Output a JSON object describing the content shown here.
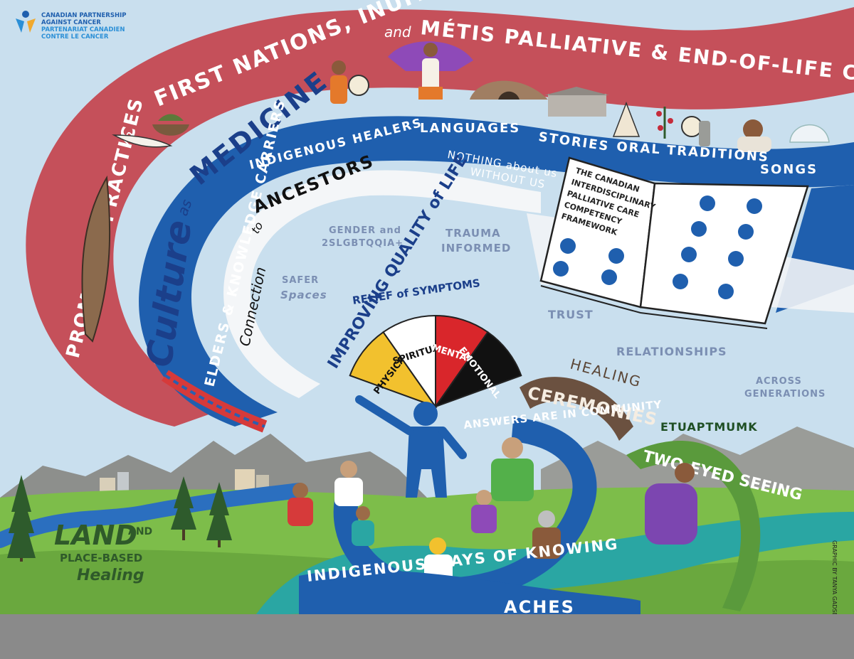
{
  "logo": {
    "line1": "CANADIAN PARTNERSHIP",
    "line2": "AGAINST CANCER",
    "line3": "PARTENARIAT CANADIEN",
    "line4": "CONTRE LE CANCER"
  },
  "title": {
    "part1": "PROMISING PRACTICES",
    "in": "in",
    "part2": "FIRST NATIONS, INUIT",
    "and": "and",
    "part3": "MÉTIS PALLIATIVE & END-OF-LIFE CARE"
  },
  "blue_ribbon": {
    "items": [
      "INDIGENOUS HEALERS",
      "LANGUAGES",
      "STORIES",
      "ORAL TRADITIONS",
      "SONGS"
    ]
  },
  "culture": {
    "culture": "Culture",
    "as": "as",
    "medicine": "MEDICINE"
  },
  "elders": "ELDERS & KNOWLEDGE CARRIERS",
  "ancestors": {
    "connection": "Connection",
    "to": "to",
    "ancestors": "ANCESTORS"
  },
  "nothing_about_us": {
    "line1": "NOTHING about us",
    "line2": "WITHOUT US"
  },
  "book": {
    "line1": "THE CANADIAN",
    "line2": "INTERDISCIPLINARY",
    "line3": "PALLIATIVE CARE",
    "line4": "COMPETENCY",
    "line5": "FRAMEWORK"
  },
  "floating": {
    "gender_line1": "GENDER and",
    "gender_line2": "2SLGBTQQIA+",
    "trauma_line1": "TRAUMA",
    "trauma_line2": "INFORMED",
    "safer_line1": "SAFER",
    "safer_line2": "Spaces",
    "trust": "TRUST",
    "relationships": "RELATIONSHIPS",
    "across_line1": "ACROSS",
    "across_line2": "GENERATIONS"
  },
  "wheel": {
    "relief": "RELIEF of SYMPTOMS",
    "improving": "IMPROVING QUALITY of LIFE",
    "segments": [
      {
        "label": "PHYSICAL",
        "color": "#f2c12e"
      },
      {
        "label": "SPIRITUAL",
        "color": "#ffffff"
      },
      {
        "label": "MENTAL",
        "color": "#d9262b"
      },
      {
        "label": "EMOTIONAL",
        "color": "#111111"
      }
    ]
  },
  "healing_ceremonies": {
    "healing": "HEALING",
    "ceremonies": "CEREMONIES"
  },
  "community": "ANSWERS ARE IN COMMUNITY",
  "two_eyed": {
    "etuaptmumk": "ETUAPTMUMK",
    "label": "TWO-EYED SEEING"
  },
  "land": {
    "land": "LAND",
    "and": "AND",
    "place": "PLACE-BASED",
    "healing": "Healing"
  },
  "ways_of_knowing": "INDIGENOUS WAYS OF KNOWING",
  "approaches_partial": "ACHES",
  "credit": "GRAPHIC BY TANYA GADSBY",
  "colors": {
    "sky": "#c9dfee",
    "red_ribbon": "#c5505a",
    "blue_ribbon": "#1f5fae",
    "grass": "#7dbd4a",
    "teal": "#2aa6a3",
    "mountain": "#8d8f8c"
  }
}
